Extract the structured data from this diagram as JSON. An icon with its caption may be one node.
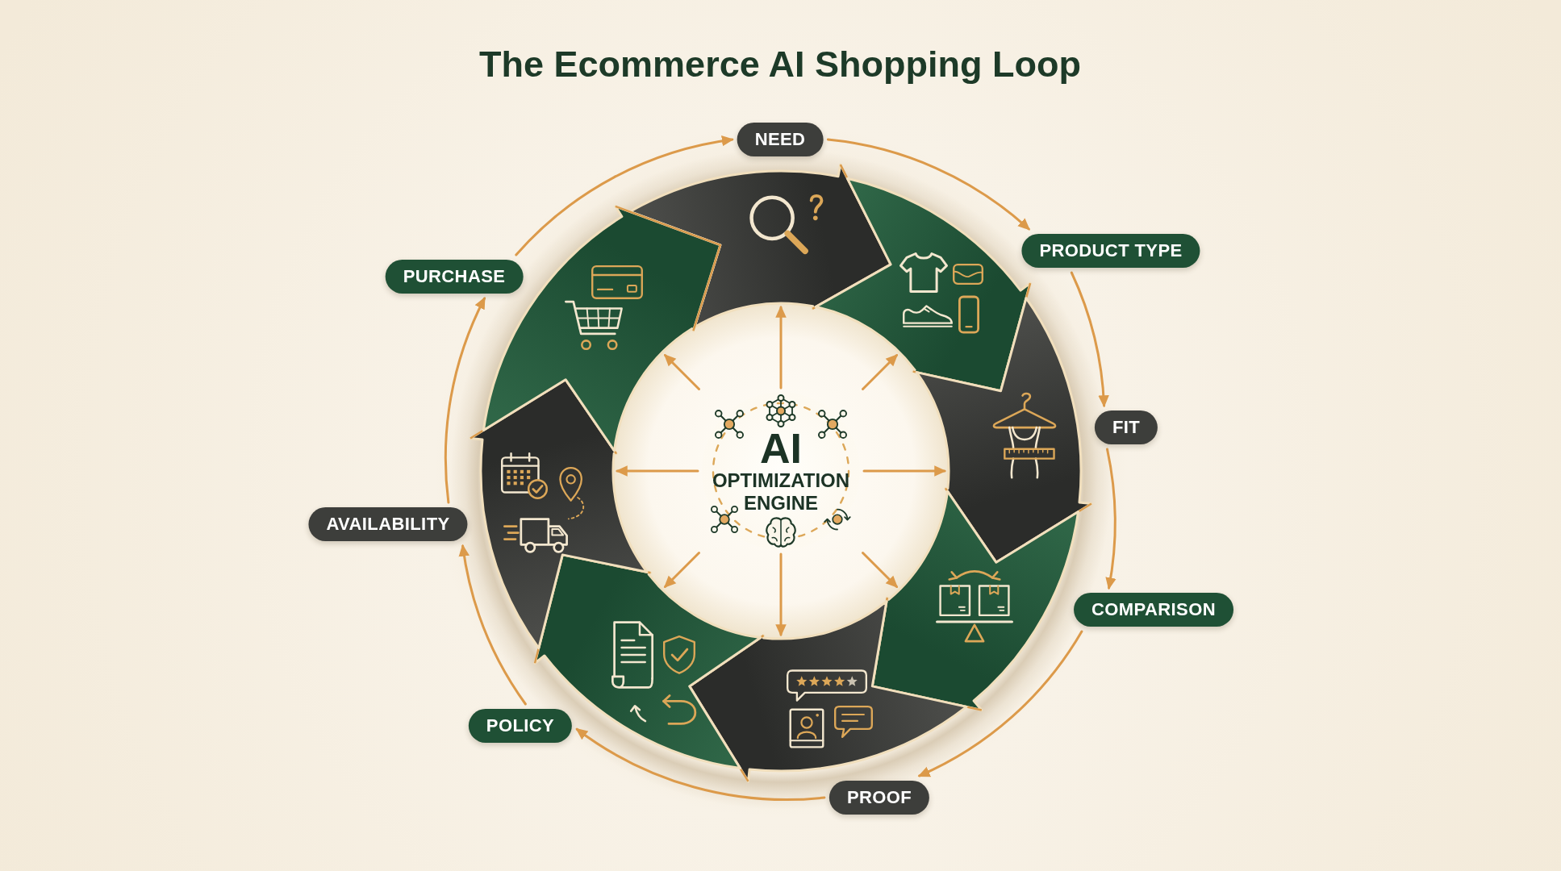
{
  "diagram": {
    "title": "The Ecommerce AI Shopping Loop",
    "nodes": [
      {
        "text": [
          "NEED"
        ]
      },
      {
        "text": [
          "PRODUCT TYPE"
        ]
      },
      {
        "text": [
          "FIT"
        ]
      },
      {
        "text": [
          "COMPARISON"
        ]
      },
      {
        "text": [
          "PROOF"
        ]
      },
      {
        "text": [
          "POLICY"
        ]
      },
      {
        "text": [
          "AVAILABILITY"
        ]
      },
      {
        "text": [
          "PURCHASE"
        ]
      },
      {
        "text": [],
        "shape": "arrow"
      },
      {
        "text": [],
        "shape": "arrow"
      },
      {
        "text": [],
        "shape": "arrow"
      },
      {
        "text": [],
        "shape": "arrow"
      },
      {
        "text": [],
        "shape": "arrow"
      },
      {
        "text": [],
        "shape": "arrow"
      },
      {
        "text": [],
        "shape": "arrow"
      },
      {
        "text": [],
        "shape": "arrow"
      },
      {
        "text": [
          "AI",
          "OPTIMIZATION ENGINE"
        ]
      }
    ],
    "edges": [
      {
        "from": 0,
        "to": 1,
        "arrow": "to"
      },
      {
        "from": 1,
        "to": 2,
        "arrow": "to"
      },
      {
        "from": 2,
        "to": 3,
        "arrow": "to"
      },
      {
        "from": 3,
        "to": 4,
        "arrow": "to"
      },
      {
        "from": 4,
        "to": 5,
        "arrow": "to"
      },
      {
        "from": 5,
        "to": 6,
        "arrow": "to"
      },
      {
        "from": 6,
        "to": 7,
        "arrow": "to"
      },
      {
        "from": 7,
        "to": 0,
        "arrow": "to"
      },
      {
        "from": 16,
        "to": 8,
        "arrow": "to"
      },
      {
        "from": 16,
        "to": 9,
        "arrow": "to"
      },
      {
        "from": 16,
        "to": 10,
        "arrow": "to"
      },
      {
        "from": 16,
        "to": 11,
        "arrow": "to"
      },
      {
        "from": 16,
        "to": 12,
        "arrow": "to"
      },
      {
        "from": 16,
        "to": 13,
        "arrow": "to"
      },
      {
        "from": 16,
        "to": 14,
        "arrow": "to"
      },
      {
        "from": 16,
        "to": 15,
        "arrow": "to"
      }
    ]
  }
}
